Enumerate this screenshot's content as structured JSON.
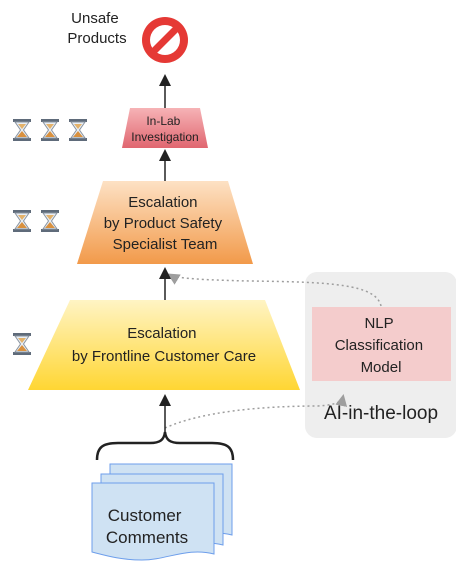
{
  "diagram": {
    "unsafe_products_lines": [
      "Unsafe",
      "Products"
    ],
    "in_lab_lines": [
      "In-Lab",
      "Investigation"
    ],
    "product_safety_lines": [
      "Escalation",
      "by Product Safety",
      "Specialist Team"
    ],
    "frontline_lines": [
      "Escalation",
      "by Frontline Customer Care"
    ],
    "nlp_lines": [
      "NLP",
      "Classification",
      "Model"
    ],
    "ai_loop_label": "AI-in-the-loop",
    "customer_comments_lines": [
      "Customer",
      "Comments"
    ],
    "hourglass_counts": {
      "in_lab": 3,
      "product_safety": 2,
      "frontline": 1
    },
    "colors": {
      "in_lab": "#e06670",
      "product_safety": "#f29a4a",
      "frontline": "#ffd633",
      "nlp_box": "#f4cccc",
      "ai_panel": "#eeeeee",
      "comments": "#cfe2f3",
      "no_sign": "#e53935"
    }
  }
}
